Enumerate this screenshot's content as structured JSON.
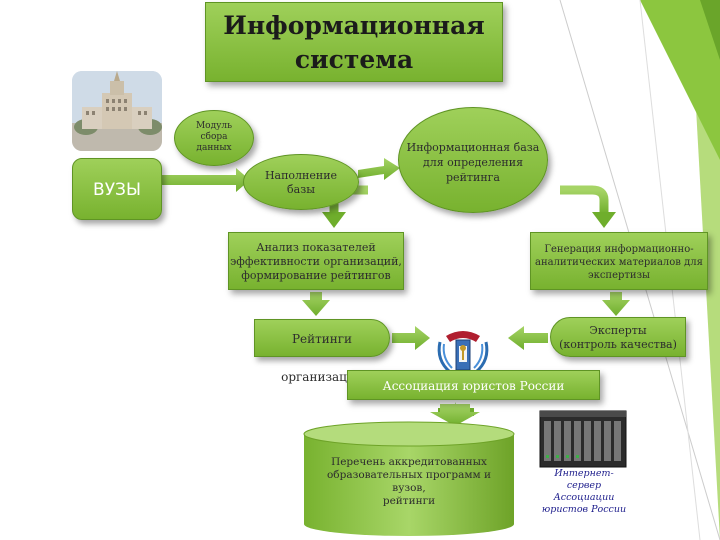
{
  "title": {
    "line1": "Информационная",
    "line2": "система"
  },
  "nodes": {
    "vuzy": "ВУЗЫ",
    "module": {
      "line1": "Модуль",
      "line2": "сбора",
      "line3": "данных"
    },
    "filling": {
      "line1": "Наполнение",
      "line2": "базы"
    },
    "infobase": {
      "line1": "Информационная база",
      "line2": "для определения",
      "line3": "рейтинга"
    },
    "analysis": {
      "line1": "Анализ показателей",
      "line2": "эффективности организаций,",
      "line3": "формирование рейтингов"
    },
    "generation": {
      "line1": "Генерация информационно-",
      "line2": "аналитических материалов для",
      "line3": "экспертизы"
    },
    "ratings": "Рейтинги организаций",
    "experts": {
      "line1": "Эксперты",
      "line2": "(контроль качества)"
    },
    "association": "Ассоциация юристов России",
    "list": {
      "line1": "Перечень аккредитованных",
      "line2": "образовательных программ и вузов,",
      "line3": "рейтинги"
    },
    "server": {
      "line1": "Интернет-сервер",
      "line2": "Ассоциации",
      "line3": "юристов России"
    }
  },
  "colors": {
    "green_light": "#9fd05a",
    "green_dark": "#78b22f",
    "accent_corner": "#8cc63f",
    "caption_blue": "#1e1e8c"
  },
  "icons": [
    "university-building-photo",
    "association-logo-icon",
    "server-rack-image"
  ]
}
